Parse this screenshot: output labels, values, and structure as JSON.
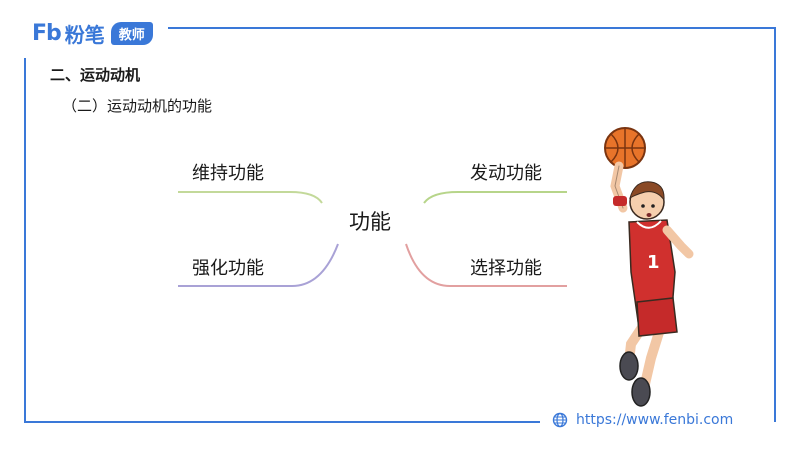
{
  "logo": {
    "mark": "Fb",
    "brand": "粉笔",
    "badge": "教师"
  },
  "heading": "二、运动动机",
  "subheading": "（二）运动动机的功能",
  "mindmap": {
    "center": "功能",
    "branches": [
      {
        "label": "维持功能",
        "color": "#c3d99a"
      },
      {
        "label": "发动功能",
        "color": "#b7d58a"
      },
      {
        "label": "强化功能",
        "color": "#a9a2d6"
      },
      {
        "label": "选择功能",
        "color": "#e2a0a0"
      }
    ]
  },
  "footer": {
    "icon": "globe-icon",
    "url": "https://www.fenbi.com"
  },
  "colors": {
    "accent": "#3a78d8"
  }
}
